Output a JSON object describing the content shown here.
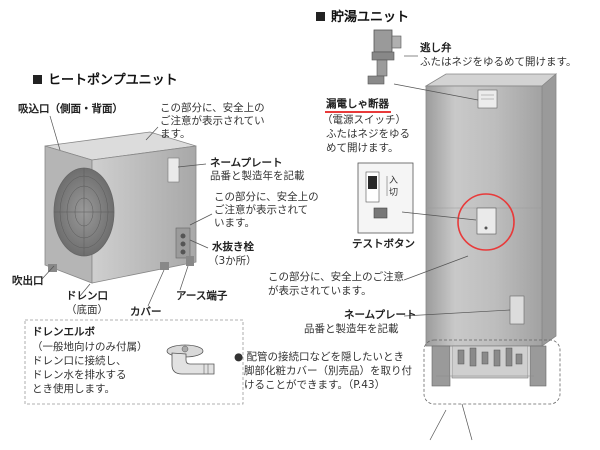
{
  "tank_section": {
    "heading": "貯湯ユニット"
  },
  "heatpump_section": {
    "heading": "ヒートポンプユニット"
  },
  "heatpump": {
    "intake": "吸込口（側面・背面）",
    "caution1": [
      "この部分に、安全上の",
      "ご注意が表示されてい",
      "ます。"
    ],
    "nameplate_title": "ネームプレート",
    "nameplate_desc": "品番と製造年を記載",
    "caution2": [
      "この部分に、安全上の",
      "ご注意が表示されて",
      "います。"
    ],
    "drain_plug_title": "水抜き栓",
    "drain_plug_desc": "（3か所）",
    "outlet": "吹出口",
    "drain_title": "ドレン口",
    "drain_desc": "（底面）",
    "cover": "カバー",
    "earth": "アース端子"
  },
  "drain_elbow": {
    "title": "ドレンエルボ",
    "lines": [
      "（一般地向けのみ付属）",
      "ドレン口に接続し、",
      "ドレン水を排水する",
      "とき使用します。"
    ]
  },
  "tank": {
    "relief_title": "逃し弁",
    "relief_desc": "ふたはネジをゆるめて開けます。",
    "breaker_title": "漏電しゃ断器",
    "breaker_lines": [
      "（電源スイッチ）",
      "ふたはネジをゆる",
      "めて開けます。"
    ],
    "switch_on": "入",
    "switch_off": "切",
    "test_button": "テストボタン",
    "caution": [
      "この部分に、安全上のご注意",
      "が表示されています。"
    ],
    "nameplate_title": "ネームプレート",
    "nameplate_desc": "品番と製造年を記載",
    "note": [
      "● 配管の接続口などを隠したいとき",
      "脚部化粧カバー（別売品）を取り付",
      "けることができます。（P.43）"
    ]
  },
  "colors": {
    "highlight_red": "#e83a3a",
    "unit_gray": "#b9b9b9",
    "text": "#333333"
  }
}
